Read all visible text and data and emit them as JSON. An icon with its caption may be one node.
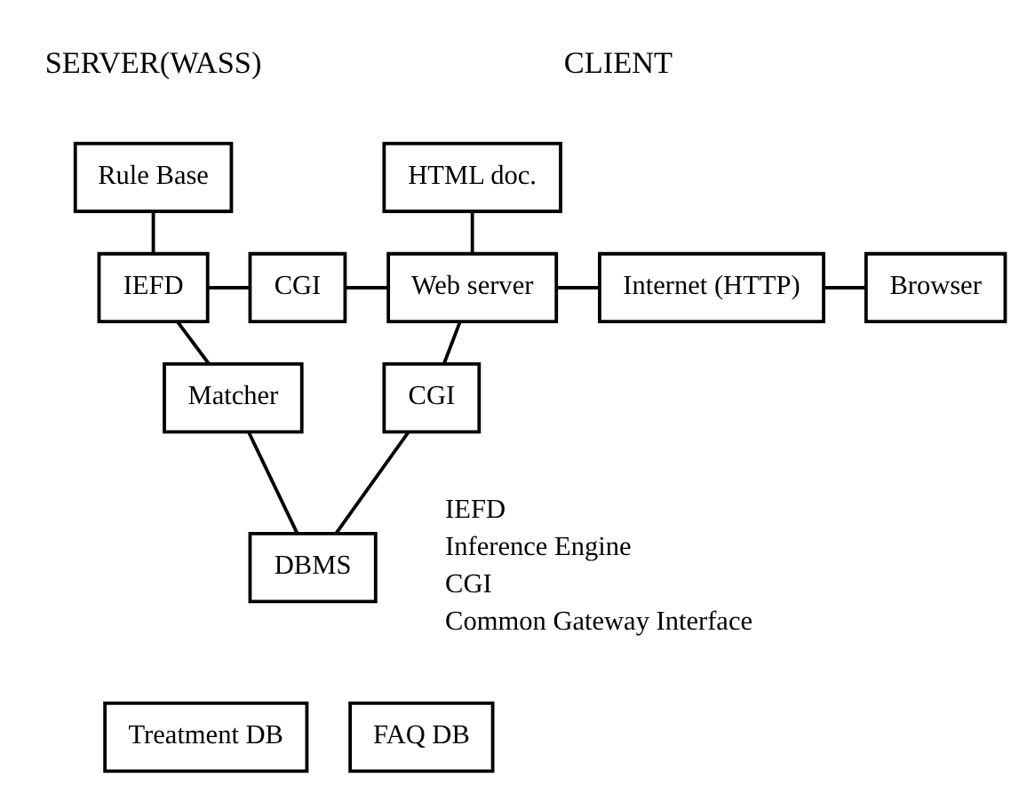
{
  "diagram": {
    "nodes": [
      {
        "text": [
          "Rule Base"
        ]
      },
      {
        "text": [
          "HTML doc."
        ]
      },
      {
        "text": [
          "IEFD"
        ]
      },
      {
        "text": [
          "CGI"
        ]
      },
      {
        "text": [
          "Web server"
        ]
      },
      {
        "text": [
          "Internet (HTTP)"
        ]
      },
      {
        "text": [
          "Browser"
        ]
      },
      {
        "text": [
          "Matcher"
        ]
      },
      {
        "text": [
          "CGI"
        ]
      },
      {
        "text": [
          "DBMS"
        ]
      },
      {
        "text": [
          "Treatment DB"
        ]
      },
      {
        "text": [
          "FAQ DB"
        ]
      }
    ],
    "edges": [
      {
        "from": 0,
        "to": 2,
        "arrow": "none"
      },
      {
        "from": 1,
        "to": 4,
        "arrow": "none"
      },
      {
        "from": 2,
        "to": 3,
        "arrow": "none"
      },
      {
        "from": 3,
        "to": 4,
        "arrow": "none"
      },
      {
        "from": 4,
        "to": 5,
        "arrow": "none"
      },
      {
        "from": 5,
        "to": 6,
        "arrow": "none"
      },
      {
        "from": 2,
        "to": 7,
        "arrow": "none"
      },
      {
        "from": 4,
        "to": 8,
        "arrow": "none"
      },
      {
        "from": 7,
        "to": 9,
        "arrow": "none"
      },
      {
        "from": 8,
        "to": 9,
        "arrow": "none"
      }
    ],
    "labels": [
      "SERVER(WASS)",
      "CLIENT",
      "IEFD",
      "Inference Engine",
      "CGI",
      "Common Gateway Interface"
    ]
  }
}
